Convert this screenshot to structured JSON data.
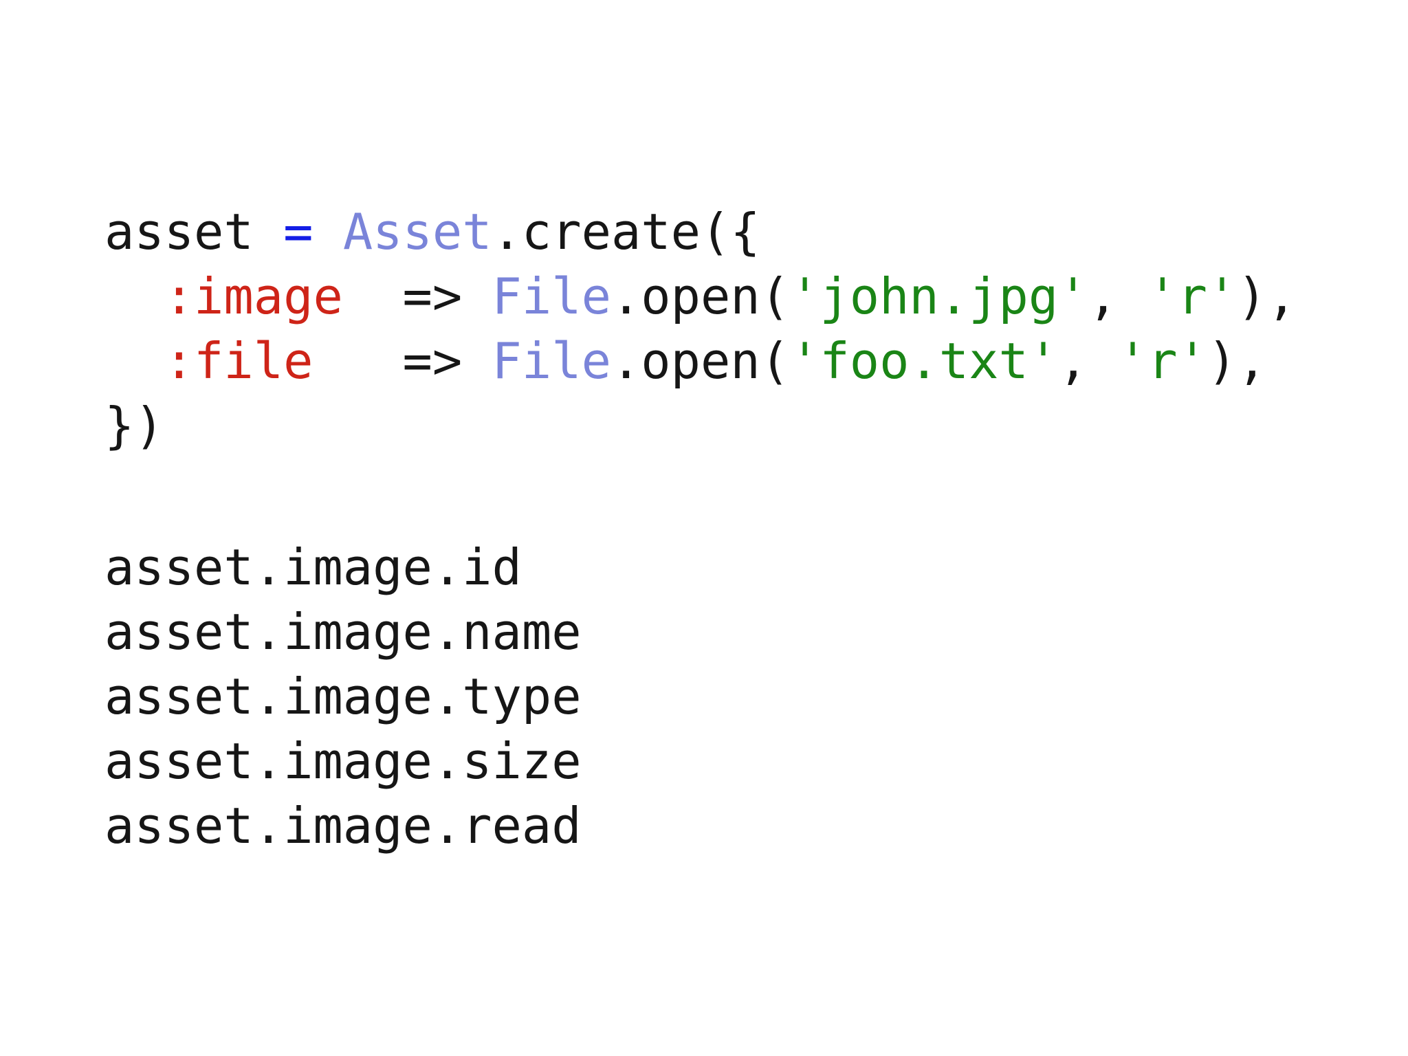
{
  "slide": {
    "background_color": "#ffffff",
    "syntax_palette": {
      "plain": "#161616",
      "operator": "#141ee6",
      "class_name": "#7a84d9",
      "symbol": "#ce2418",
      "string": "#1a8516"
    },
    "create_block": {
      "lines": [
        {
          "tokens": [
            {
              "text": "asset ",
              "color": "plain"
            },
            {
              "text": "=",
              "color": "operator"
            },
            {
              "text": " ",
              "color": "plain"
            },
            {
              "text": "Asset",
              "color": "class_name"
            },
            {
              "text": ".create({",
              "color": "plain"
            }
          ]
        },
        {
          "tokens": [
            {
              "text": "  ",
              "color": "plain"
            },
            {
              "text": ":image",
              "color": "symbol"
            },
            {
              "text": "  => ",
              "color": "plain"
            },
            {
              "text": "File",
              "color": "class_name"
            },
            {
              "text": ".open(",
              "color": "plain"
            },
            {
              "text": "'john.jpg'",
              "color": "string"
            },
            {
              "text": ", ",
              "color": "plain"
            },
            {
              "text": "'r'",
              "color": "string"
            },
            {
              "text": "),",
              "color": "plain"
            }
          ]
        },
        {
          "tokens": [
            {
              "text": "  ",
              "color": "plain"
            },
            {
              "text": ":file",
              "color": "symbol"
            },
            {
              "text": "   => ",
              "color": "plain"
            },
            {
              "text": "File",
              "color": "class_name"
            },
            {
              "text": ".open(",
              "color": "plain"
            },
            {
              "text": "'foo.txt'",
              "color": "string"
            },
            {
              "text": ", ",
              "color": "plain"
            },
            {
              "text": "'r'",
              "color": "string"
            },
            {
              "text": "),",
              "color": "plain"
            }
          ]
        },
        {
          "tokens": [
            {
              "text": "})",
              "color": "plain"
            }
          ]
        }
      ]
    },
    "accessor_block": {
      "lines": [
        {
          "tokens": [
            {
              "text": "asset.image.id",
              "color": "plain"
            }
          ]
        },
        {
          "tokens": [
            {
              "text": "asset.image.name",
              "color": "plain"
            }
          ]
        },
        {
          "tokens": [
            {
              "text": "asset.image.type",
              "color": "plain"
            }
          ]
        },
        {
          "tokens": [
            {
              "text": "asset.image.size",
              "color": "plain"
            }
          ]
        },
        {
          "tokens": [
            {
              "text": "asset.image.read",
              "color": "plain"
            }
          ]
        }
      ]
    }
  }
}
